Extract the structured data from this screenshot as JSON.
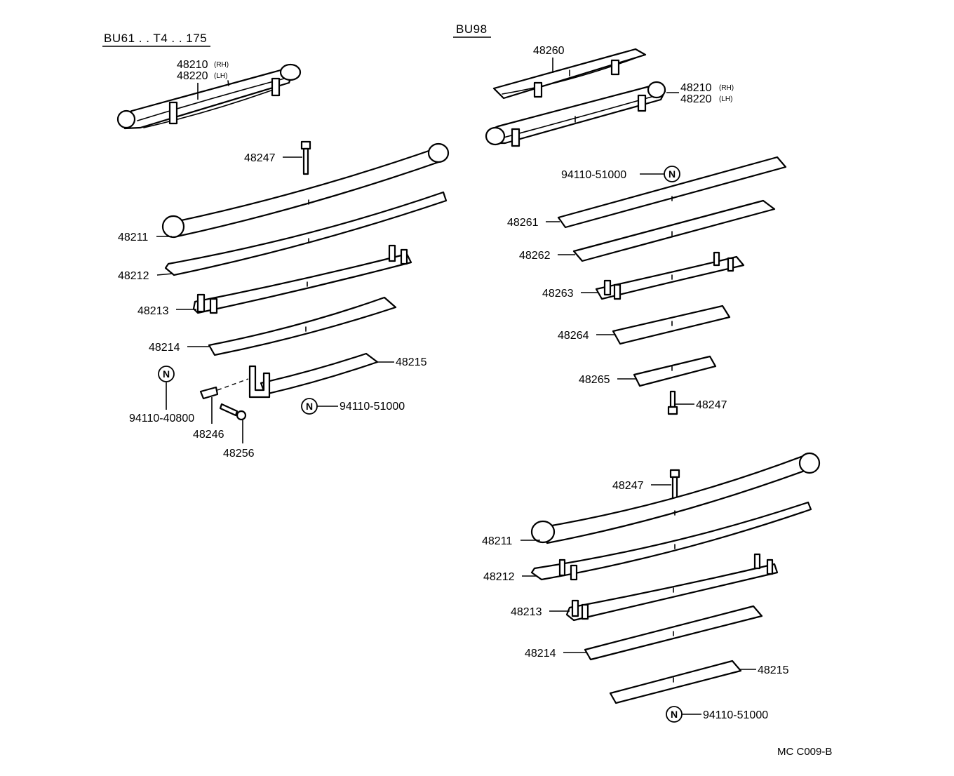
{
  "diagram": {
    "left_group": {
      "header": "BU61 . . T4 . . 175",
      "assembly_rh": "48210",
      "assembly_rh_suffix": "(RH)",
      "assembly_lh": "48220",
      "assembly_lh_suffix": "(LH)",
      "labels": {
        "bolt": "48247",
        "leaf_1": "48211",
        "leaf_2": "48212",
        "leaf_3": "48213",
        "leaf_4": "48214",
        "leaf_5": "48215",
        "n_part": "94110-40800",
        "spacer": "48246",
        "clip_bolt": "48256",
        "nut": "94110-51000"
      }
    },
    "right_upper_group": {
      "header": "BU98",
      "assembly_top": "48260",
      "assembly_rh": "48210",
      "assembly_rh_suffix": "(RH)",
      "assembly_lh": "48220",
      "assembly_lh_suffix": "(LH)",
      "labels": {
        "nut": "94110-51000",
        "leaf_1": "48261",
        "leaf_2": "48262",
        "leaf_3": "48263",
        "leaf_4": "48264",
        "leaf_5": "48265",
        "bolt": "48247"
      }
    },
    "right_lower_group": {
      "labels": {
        "bolt": "48247",
        "leaf_1": "48211",
        "leaf_2": "48212",
        "leaf_3": "48213",
        "leaf_4": "48214",
        "leaf_5": "48215",
        "nut": "94110-51000"
      }
    },
    "n_symbol": "N",
    "reference": "MC C009-B"
  }
}
